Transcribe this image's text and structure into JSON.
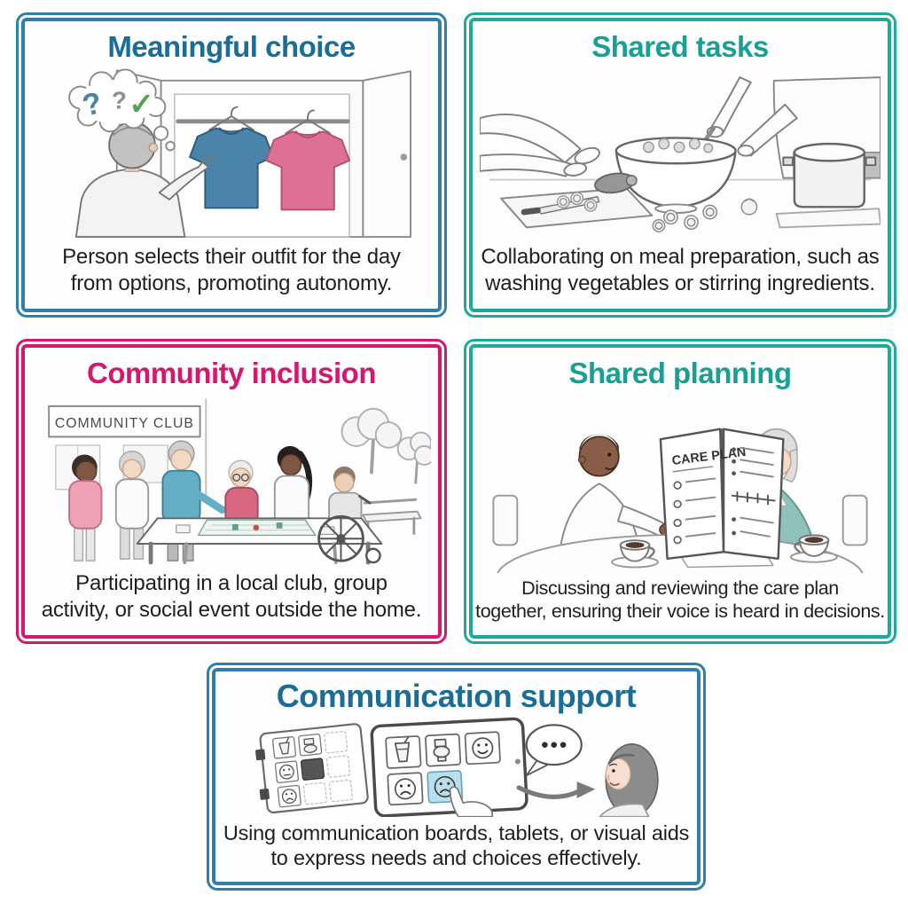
{
  "page": {
    "background": "#ffffff"
  },
  "panels": [
    {
      "id": "meaningful-choice",
      "title": "Meaningful choice",
      "title_color": "#1a6d96",
      "border_color": "#2c80ab",
      "caption": [
        "Person selects their outfit for the day",
        "from options, promoting autonomy."
      ]
    },
    {
      "id": "shared-tasks",
      "title": "Shared tasks",
      "title_color": "#17a094",
      "border_color": "#1ea99d",
      "caption": [
        "Collaborating on meal preparation, such as",
        "washing vegetables or stirring ingredients."
      ]
    },
    {
      "id": "community-inclusion",
      "title": "Community inclusion",
      "title_color": "#d5176e",
      "border_color": "#d5176e",
      "caption": [
        "Participating in a local club, group",
        "activity, or social event outside the home."
      ]
    },
    {
      "id": "shared-planning",
      "title": "Shared planning",
      "title_color": "#17a094",
      "border_color": "#1ea99d",
      "caption": [
        "Discussing and reviewing the care plan",
        "together, ensuring their voice is heard in decisions."
      ]
    },
    {
      "id": "communication-support",
      "title": "Communication support",
      "title_color": "#1a6d96",
      "border_color": "#2c80ab",
      "caption": [
        "Using communication boards, tablets, or visual aids",
        "to express needs and choices effectively."
      ]
    }
  ],
  "illustration_text": {
    "community_sign": "COMMUNITY CLUB",
    "care_plan_heading": "CARE PLAN",
    "thought_question_1": "?",
    "thought_question_2": "?",
    "thought_check": "✓"
  },
  "colors": {
    "caption_text": "#1f1f1f",
    "sketch_stroke": "#6a6a6a",
    "shirt_blue": "#4a84ab",
    "shirt_pink": "#df7095",
    "check_green": "#54a254",
    "question_blue": "#4a84ab",
    "selected_cell_blue": "#b9dfec",
    "teal_sweater": "#64aec6",
    "teal_cardigan": "#8fc2ba",
    "pink_sweater": "#efa0b3",
    "red_top": "#d9677f"
  }
}
